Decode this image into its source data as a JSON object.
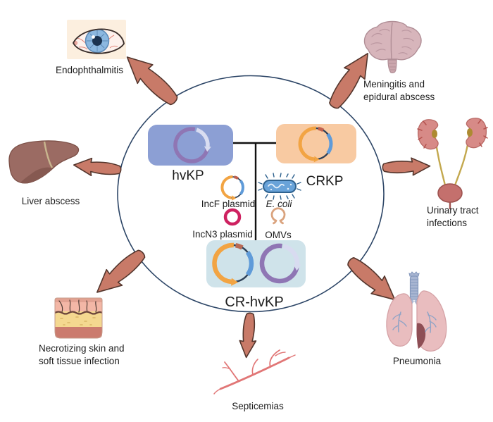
{
  "figure_type": "biomedical pathway diagram",
  "center": {
    "hvkp_label": "hvKP",
    "crkp_label": "CRKP",
    "crhvkp_label": "CR-hvKP",
    "incf_label": "IncF plasmid",
    "incn3_label": "IncN3 plasmid",
    "ecoli_label": "E. coli",
    "omvs_label": "OMVs"
  },
  "outcomes": {
    "endophthalmitis": "Endophthalmitis",
    "meningitis": "Meningitis and\nepidural abscess",
    "liver": "Liver abscess",
    "urinary": "Urinary tract\ninfections",
    "skin": "Necrotizing skin and\nsoft tissue infection",
    "septicemias": "Septicemias",
    "pneumonia": "Pneumonia"
  },
  "icons": {
    "eye-icon": "bloodshot eye (endophthalmitis)",
    "brain-icon": "brain (meningitis / epidural abscess)",
    "liver-icon": "liver (liver abscess)",
    "urinary-icon": "kidneys, ureters and bladder (urinary tract)",
    "skin-icon": "skin cross-section (necrotizing infection)",
    "vessel-icon": "branching blood vessel (septicemia)",
    "lungs-icon": "lungs with trachea (pneumonia)",
    "plasmid-icon": "circular plasmid maps",
    "bacterium-icon": "E. coli cell",
    "omv-icon": "outer membrane vesicle"
  },
  "colors": {
    "arrow-fill": "#c87a68",
    "arrow-stroke": "#53352c",
    "circle-stroke": "#2c4566",
    "box-hvkp": "#8c9fd4",
    "box-crkp": "#f8caa2",
    "box-crhvkp": "#cfe3ea",
    "text": "#1d1d1d",
    "plasmid-purple": "#8f76b4",
    "plasmid-orange": "#f2a443",
    "plasmid-navy": "#2e4057",
    "plasmid-blue": "#5f9bd9",
    "plasmid-red": "#c2604e",
    "incn3-pink": "#ce2160"
  }
}
